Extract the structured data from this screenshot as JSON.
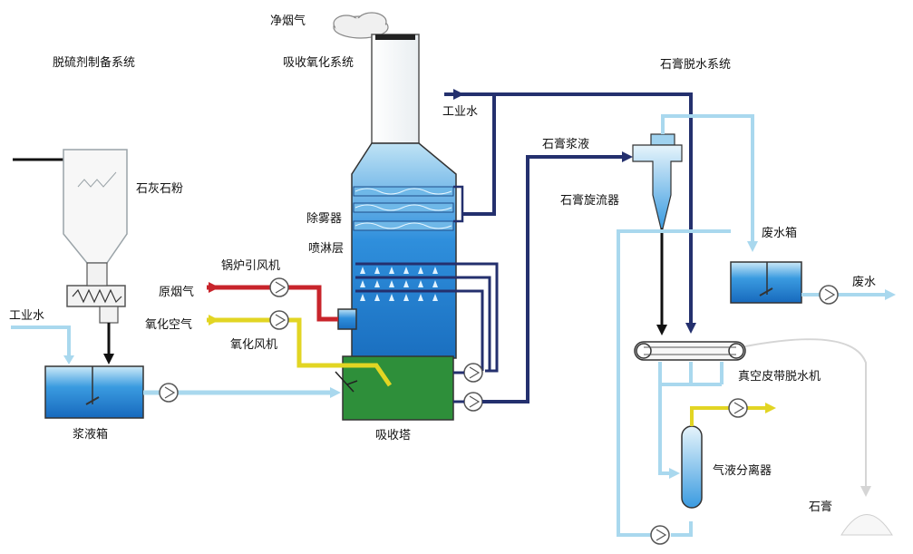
{
  "sections": {
    "prep": "脱硫剂制备系统",
    "absorb": "吸收氧化系统",
    "dewater": "石膏脱水系统"
  },
  "labels": {
    "clean_gas": "净烟气",
    "limestone": "石灰石粉",
    "industrial_water_left": "工业水",
    "slurry_tank": "浆液箱",
    "demister": "除雾器",
    "spray_layer": "喷淋层",
    "boiler_fan": "锅炉引风机",
    "raw_gas": "原烟气",
    "oxidation_air": "氧化空气",
    "oxidation_fan": "氧化风机",
    "absorber": "吸收塔",
    "industrial_water_top": "工业水",
    "gypsum_slurry": "石膏浆液",
    "hydrocyclone": "石膏旋流器",
    "waste_water_tank": "废水箱",
    "waste_water": "废水",
    "vacuum_belt": "真空皮带脱水机",
    "separator": "气液分离器",
    "gypsum": "石膏"
  },
  "colors": {
    "flue_gas": "#c8242b",
    "air": "#e2d523",
    "slurry_pipe": "#24306e",
    "water_pipe": "#a9d8ee",
    "tower_blue": "#1f7fd0",
    "tower_green": "#2e8f3a"
  }
}
